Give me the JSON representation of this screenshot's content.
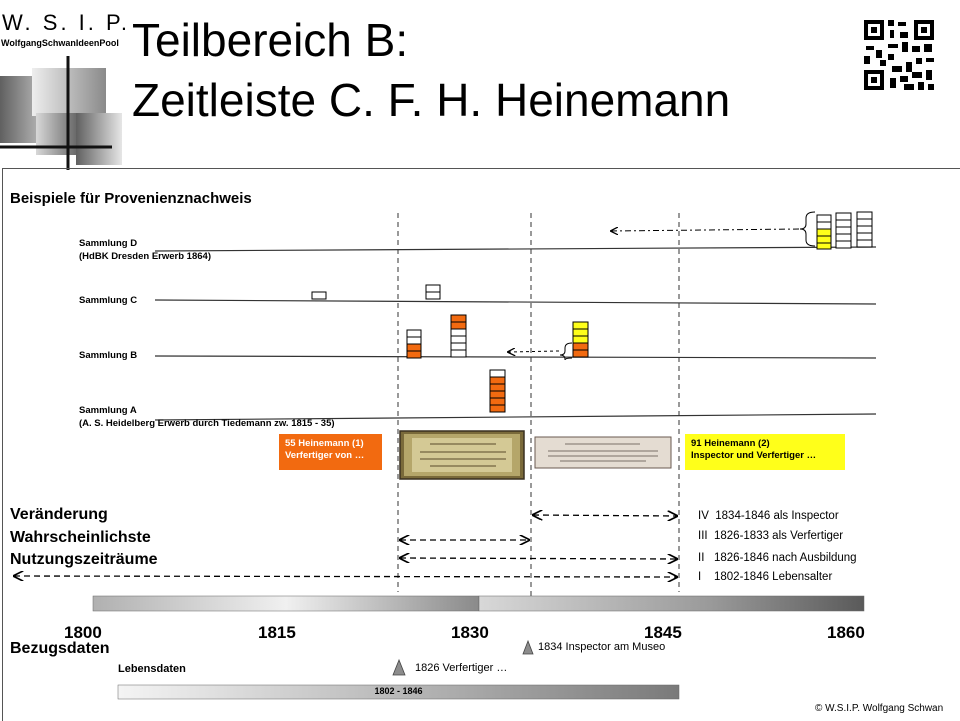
{
  "logo": {
    "name": "W. S. I. P.",
    "subtitle": "WolfgangSchwanIdeenPool"
  },
  "title": {
    "line1": "Teilbereich B:",
    "line2": "Zeitleiste C. F. H. Heinemann"
  },
  "section_examples": "Beispiele für Provenienznachweis",
  "collections": {
    "d_name": "Sammlung D",
    "d_note": "(HdBK Dresden Erwerb 1864)",
    "c_name": "Sammlung C",
    "b_name": "Sammlung B",
    "a_name": "Sammlung A",
    "a_note": "(A. S. Heidelberg Erwerb durch Tiedemann zw. 1815 - 35)"
  },
  "label_1": {
    "line1": "55 Heinemann (1)",
    "line2": "Verfertiger von …",
    "color": "#f26a10"
  },
  "label_2": {
    "line1": "91 Heinemann (2)",
    "line2": "Inspector und Verfertiger …",
    "color": "#ffff1a"
  },
  "section_change": "Veränderung",
  "section_usage_1": "Wahrscheinlichste",
  "section_usage_2": "Nutzungszeiträume",
  "periods": [
    {
      "num": "IV",
      "text": "1834-1846  als Inspector"
    },
    {
      "num": "III",
      "text": "1826-1833  als Verfertiger"
    },
    {
      "num": "II",
      "text": "1826-1846  nach Ausbildung"
    },
    {
      "num": "I",
      "text": "1802-1846  Lebensalter"
    }
  ],
  "years": [
    "1800",
    "1815",
    "1830",
    "1845",
    "1860"
  ],
  "section_reference": "Bezugsdaten",
  "lifedata_label": "Lebensdaten",
  "events": {
    "inspector": "1834 Inspector am Museo",
    "verfertiger": "1826  Verfertiger  …"
  },
  "life_bar": "1802 - 1846",
  "copyright": "© W.S.I.P.  Wolfgang Schwan",
  "colors": {
    "orange": "#f26a10",
    "yellow": "#ffff1a"
  }
}
